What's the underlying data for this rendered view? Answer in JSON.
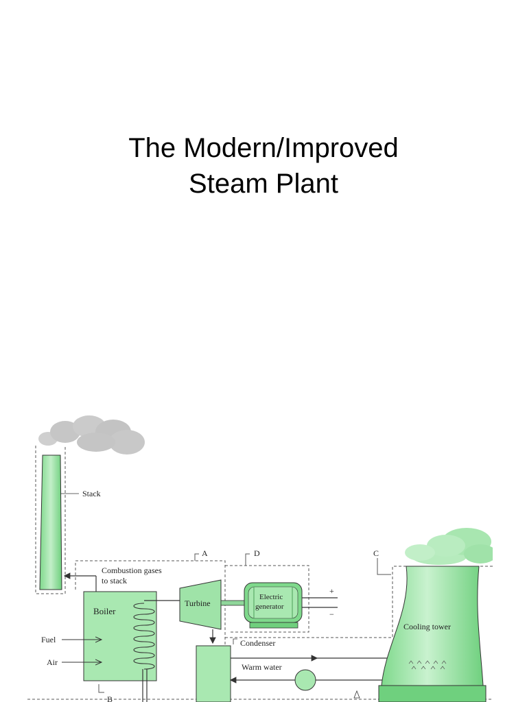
{
  "title": {
    "line1": "The Modern/Improved",
    "line2": "Steam Plant"
  },
  "diagram": {
    "labels": {
      "stack": "Stack",
      "a": "A",
      "b": "B",
      "c": "C",
      "d": "D",
      "combustion_line1": "Combustion gases",
      "combustion_line2": "to stack",
      "boiler": "Boiler",
      "turbine": "Turbine",
      "generator_line1": "Electric",
      "generator_line2": "generator",
      "plus": "+",
      "minus": "−",
      "fuel": "Fuel",
      "air": "Air",
      "condenser": "Condenser",
      "warm_water": "Warm water",
      "cooling_tower": "Cooling tower"
    },
    "colors": {
      "equipment_fill": "#9fe3a8",
      "equipment_dark": "#5cc26b",
      "smoke": "#c8c8c8",
      "outline": "#333333",
      "dashed": "#555555"
    }
  }
}
